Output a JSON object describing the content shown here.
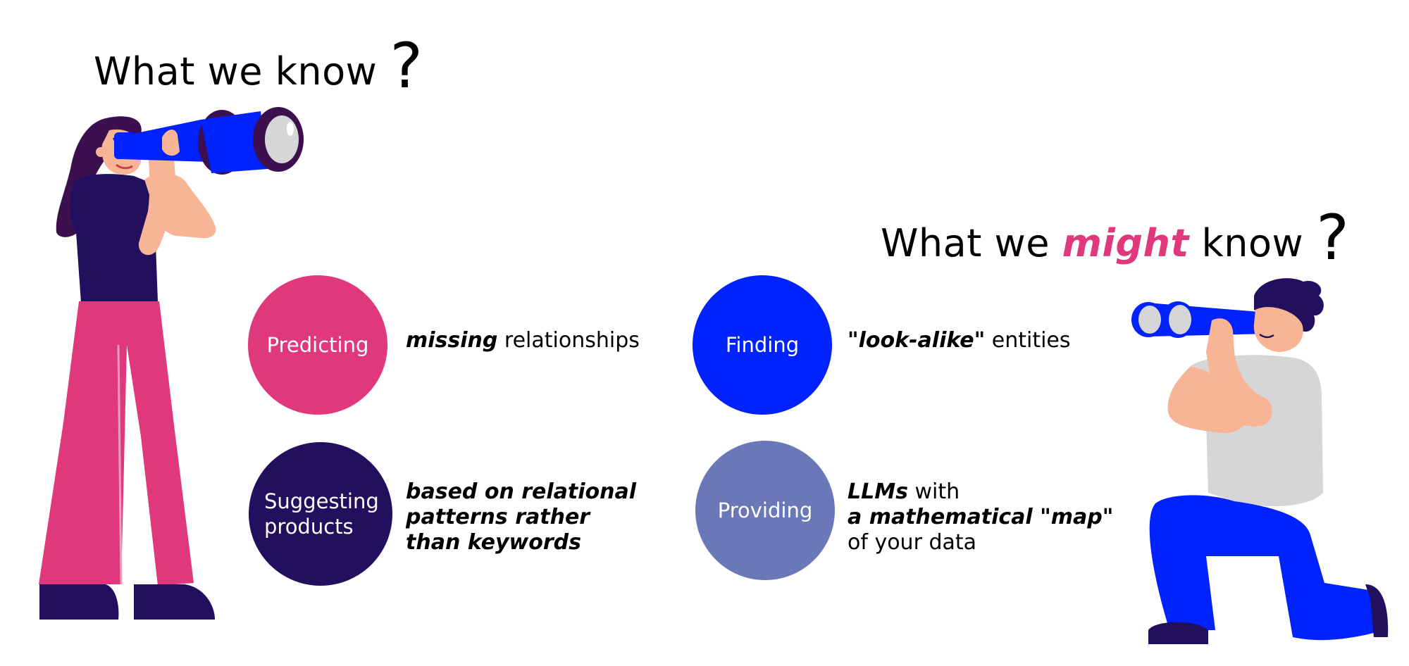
{
  "left_heading": {
    "text": "What we know",
    "mark": "?"
  },
  "right_heading": {
    "pre": "What we",
    "accent": "might",
    "post": "know",
    "mark": "?"
  },
  "colors": {
    "pink": "#E0387C",
    "blue": "#0022FF",
    "navy": "#22105E",
    "periwinkle": "#6A78B8",
    "skin": "#F8B596",
    "grey": "#D6D6D8"
  },
  "items": [
    {
      "circle": "Predicting",
      "desc_bold": "missing",
      "desc_rest": " relationships"
    },
    {
      "circle": "Finding",
      "desc_bold": "\"look-alike\"",
      "desc_rest": " entities"
    },
    {
      "circle_lines": [
        "Suggesting",
        "products"
      ],
      "desc_lines": [
        "based on relational",
        "patterns rather",
        "than keywords"
      ]
    },
    {
      "circle": "Providing",
      "desc_line1_bold": "LLMs",
      "desc_line1_rest": " with",
      "desc_line2_bold": "a mathematical \"map\"",
      "desc_line3": "of your data"
    }
  ],
  "illustrations": {
    "left": "woman-with-binoculars-icon",
    "right": "kneeling-man-with-binoculars-icon"
  }
}
